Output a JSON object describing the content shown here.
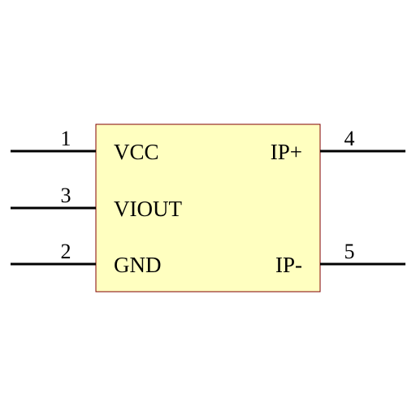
{
  "component": {
    "body_fill": "#ffffc0",
    "body_stroke": "#800000"
  },
  "pins": {
    "vcc": {
      "number": "1",
      "name": "VCC"
    },
    "viout": {
      "number": "3",
      "name": "VIOUT"
    },
    "gnd": {
      "number": "2",
      "name": "GND"
    },
    "ip_plus": {
      "number": "4",
      "name": "IP+"
    },
    "ip_minus": {
      "number": "5",
      "name": "IP-"
    }
  }
}
